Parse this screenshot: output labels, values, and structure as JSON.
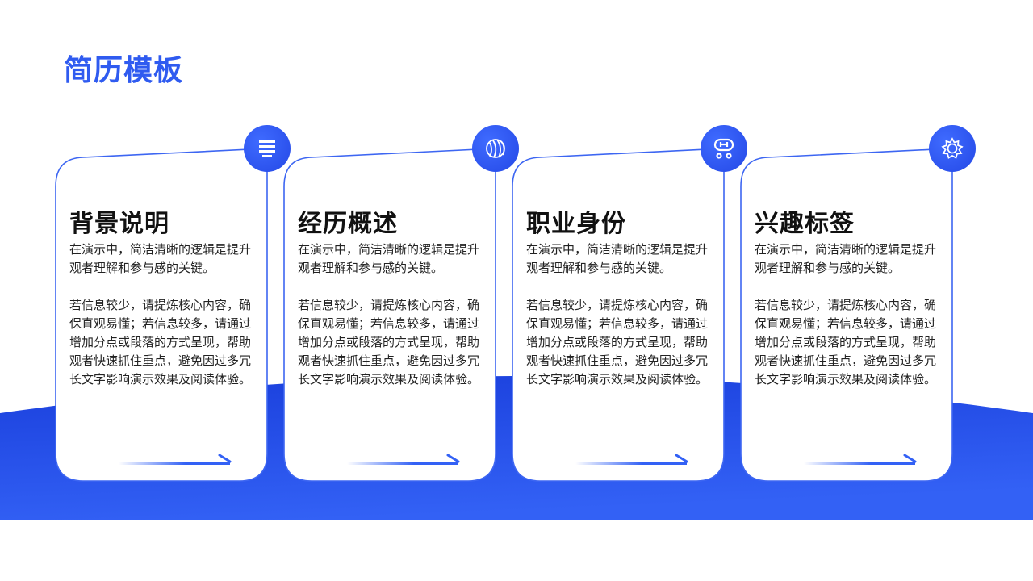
{
  "page": {
    "title": "简历模板",
    "colors": {
      "accent": "#2f5bf0",
      "band_top": "#1a3fdc",
      "band_bottom": "#3361f5",
      "card_border": "#3d66f2"
    }
  },
  "cards": [
    {
      "title": "背景说明",
      "icon": "list-icon",
      "paragraphs": [
        "在演示中，简洁清晰的逻辑是提升观者理解和参与感的关键。",
        "若信息较少，请提炼核心内容，确保直观易懂；若信息较多，请通过增加分点或段落的方式呈现，帮助观者快速抓住重点，避免因过多冗长文字影响演示效果及阅读体验。"
      ]
    },
    {
      "title": "经历概述",
      "icon": "globe-icon",
      "paragraphs": [
        "在演示中，简洁清晰的逻辑是提升观者理解和参与感的关键。",
        "若信息较少，请提炼核心内容，确保直观易懂；若信息较多，请通过增加分点或段落的方式呈现，帮助观者快速抓住重点，避免因过多冗长文字影响演示效果及阅读体验。"
      ]
    },
    {
      "title": "职业身份",
      "icon": "tank-car-icon",
      "paragraphs": [
        "在演示中，简洁清晰的逻辑是提升观者理解和参与感的关键。",
        "若信息较少，请提炼核心内容，确保直观易懂；若信息较多，请通过增加分点或段落的方式呈现，帮助观者快速抓住重点，避免因过多冗长文字影响演示效果及阅读体验。"
      ]
    },
    {
      "title": "兴趣标签",
      "icon": "sun-gear-icon",
      "paragraphs": [
        "在演示中，简洁清晰的逻辑是提升观者理解和参与感的关键。",
        "若信息较少，请提炼核心内容，确保直观易懂；若信息较多，请通过增加分点或段落的方式呈现，帮助观者快速抓住重点，避免因过多冗长文字影响演示效果及阅读体验。"
      ]
    }
  ]
}
